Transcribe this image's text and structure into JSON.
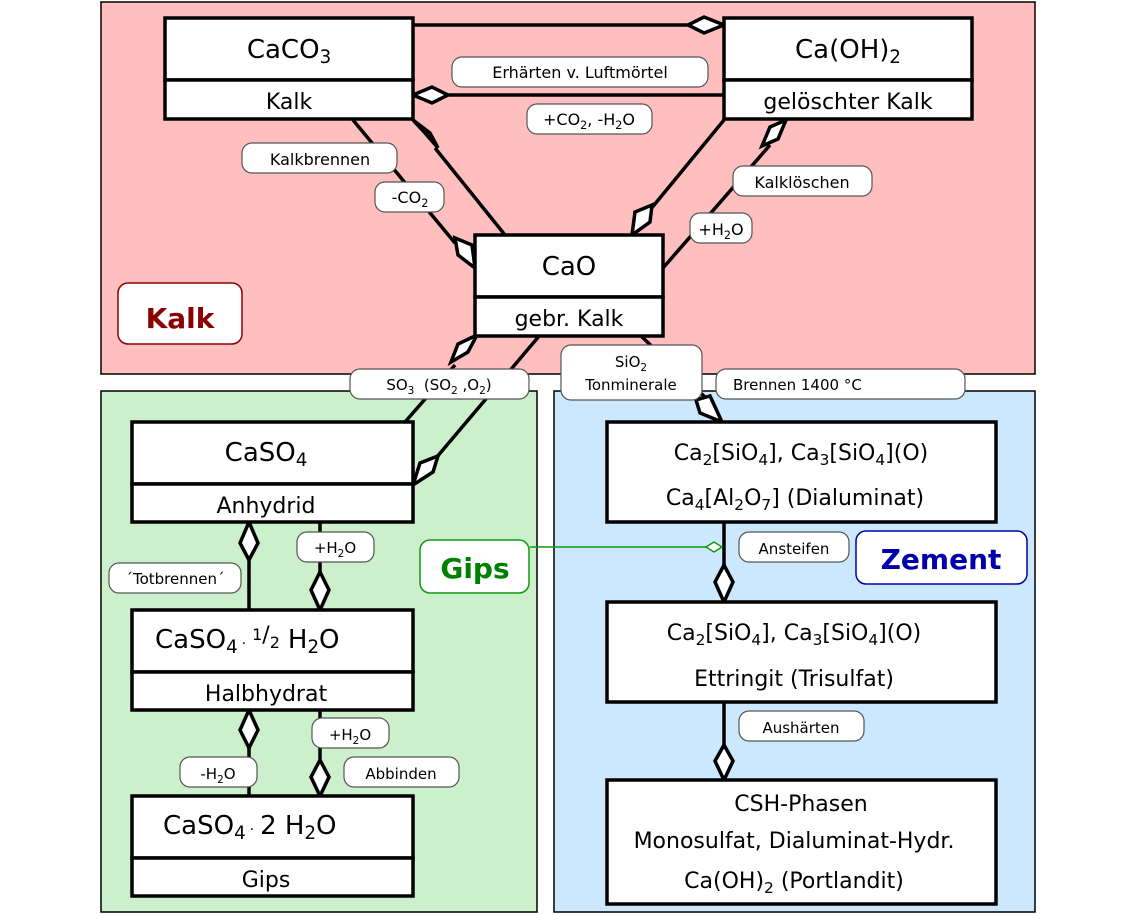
{
  "colors": {
    "kalk_bg": "#ffbfbf",
    "gips_bg": "#ccefcc",
    "zement_bg": "#cce8ff",
    "kalk_label": "#8b0000",
    "gips_label": "#008000",
    "zement_label": "#0000aa"
  },
  "regions": {
    "kalk": {
      "label": "Kalk"
    },
    "gips": {
      "label": "Gips"
    },
    "zement": {
      "label": "Zement"
    }
  },
  "nodes": {
    "caco3": {
      "formula": [
        "CaCO",
        "3"
      ],
      "name": "Kalk"
    },
    "caoh2": {
      "formula": [
        "Ca(OH)",
        "2"
      ],
      "name": "gelöschter Kalk"
    },
    "cao": {
      "formula": "CaO",
      "name": "gebr. Kalk"
    },
    "caso4": {
      "formula": [
        "CaSO",
        "4"
      ],
      "name": "Anhydrid"
    },
    "halbhydrat": {
      "formula_a": "CaSO",
      "formula_a_sub": "4",
      "dot": "·",
      "frac_num": "1",
      "frac_den": "2",
      "formula_b": "H",
      "formula_b_sub": "2",
      "formula_c": "O",
      "name": "Halbhydrat"
    },
    "gips": {
      "formula_a": "CaSO",
      "formula_a_sub": "4",
      "dot": "·",
      "coef": "2 H",
      "formula_b_sub": "2",
      "formula_c": "O",
      "name": "Gips"
    },
    "klinker": {
      "line1": {
        "a": "Ca",
        "a_sub": "2",
        "b": "[SiO",
        "b_sub": "4",
        "c": "], Ca",
        "c_sub": "3",
        "d": "[SiO",
        "d_sub": "4",
        "e": "](O)"
      },
      "line2": {
        "a": "Ca",
        "a_sub": "4",
        "b": "[Al",
        "b_sub": "2",
        "c": "O",
        "c_sub": "7",
        "d": "] (Dialuminat)"
      }
    },
    "ettringit": {
      "line1": {
        "a": "Ca",
        "a_sub": "2",
        "b": "[SiO",
        "b_sub": "4",
        "c": "], Ca",
        "c_sub": "3",
        "d": "[SiO",
        "d_sub": "4",
        "e": "](O)"
      },
      "line2": "Ettringit (Trisulfat)"
    },
    "csh": {
      "line1": "CSH-Phasen",
      "line2": "Monosulfat, Dialuminat-Hydr.",
      "line3_a": "Ca(OH)",
      "line3_sub": "2",
      "line3_b": " (Portlandit)"
    }
  },
  "edge_labels": {
    "erhaerten": "Erhärten v. Luftmörtel",
    "co2_h2o": {
      "a": "+CO",
      "a_sub": "2",
      "b": ", -H",
      "b_sub": "2",
      "c": "O"
    },
    "kalkbrennen": "Kalkbrennen",
    "minus_co2": {
      "a": "-CO",
      "a_sub": "2"
    },
    "kalkloeschen": "Kalklöschen",
    "plus_h2o_kalk": {
      "a": "+H",
      "a_sub": "2",
      "b": "O"
    },
    "so3": {
      "a": "SO",
      "a_sub": "3",
      "b": "  (SO",
      "b_sub": "2",
      "c": " ,O",
      "c_sub": "2",
      "d": ")"
    },
    "sio2": {
      "a": "SiO",
      "a_sub": "2",
      "line2": "Tonminerale"
    },
    "brennen": "Brennen 1400 °C",
    "totbrennen": "´Totbrennen´",
    "plus_h2o_anh": {
      "a": "+H",
      "a_sub": "2",
      "b": "O"
    },
    "plus_h2o_halb": {
      "a": "+H",
      "a_sub": "2",
      "b": "O"
    },
    "minus_h2o": {
      "a": "-H",
      "a_sub": "2",
      "b": "O"
    },
    "abbinden": "Abbinden",
    "ansteifen": "Ansteifen",
    "aushaerten": "Aushärten"
  }
}
